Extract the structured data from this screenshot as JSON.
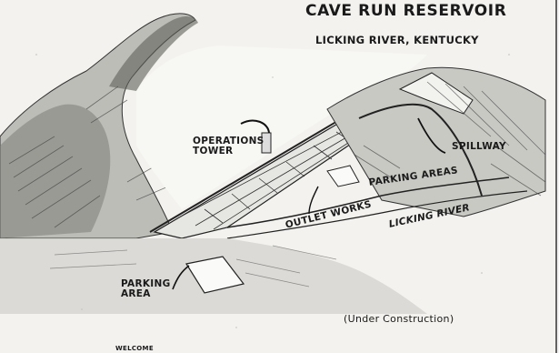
{
  "map": {
    "title": "CAVE RUN RESERVOIR",
    "subtitle": "LICKING RIVER, KENTUCKY",
    "labels": {
      "operations_tower": [
        "OPERATIONS",
        "TOWER"
      ],
      "spillway": "SPILLWAY",
      "parking_areas": "PARKING AREAS",
      "outlet_works": "OUTLET WORKS",
      "licking_river": "LICKING RIVER",
      "parking_area": [
        "PARKING",
        "AREA"
      ]
    },
    "status_note": "(Under Construction)",
    "footer_text": "WELCOME"
  },
  "colors": {
    "paper": "#f3f2ee",
    "ink": "#1d1d1d",
    "shade": "#6b6b6b"
  }
}
